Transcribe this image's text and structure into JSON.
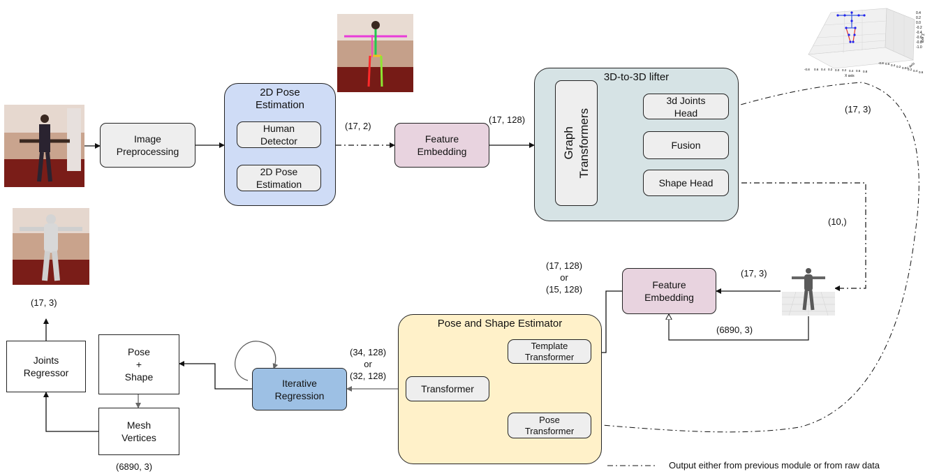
{
  "nodes": {
    "image_preprocessing": "Image\nPreprocessing",
    "pose_estimation_group": "2D Pose\nEstimation",
    "human_detector": "Human\nDetector",
    "pose_2d_estimation": "2D Pose\nEstimation",
    "feature_embedding_top": "Feature\nEmbedding",
    "lifter_group": "3D-to-3D lifter",
    "graph_transformers": "Graph\nTransformers",
    "joints_head": "3d Joints\nHead",
    "fusion": "Fusion",
    "shape_head": "Shape Head",
    "feature_embedding_bottom": "Feature\nEmbedding",
    "estimator_group": "Pose and Shape Estimator",
    "template_transformer": "Template\nTransformer",
    "transformer": "Transformer",
    "pose_transformer": "Pose\nTransformer",
    "iterative_regression": "Iterative\nRegression",
    "pose_shape": "Pose\n+\nShape",
    "mesh_vertices": "Mesh\nVertices",
    "joints_regressor": "Joints\nRegressor"
  },
  "edge_labels": {
    "pose2d_out": "(17, 2)",
    "embed_out": "(17, 128)",
    "joints3d_out": "(17, 3)",
    "shape_out": "(10,)",
    "template_joints": "(17, 3)",
    "template_mesh": "(6890, 3)",
    "embed_bottom_out": "(17, 128)\nor\n(15, 128)",
    "estimator_out": "(34, 128)\nor\n(32, 128)",
    "final_joints": "(17, 3)",
    "final_mesh": "(6890, 3)"
  },
  "plot": {
    "xlabel": "X axis",
    "ylabel": "Y axis",
    "zlabel": "Z axis",
    "x_ticks": [
      "-0.8",
      "0.6",
      "0.4",
      "0.2",
      "0.0",
      "0.2",
      "0.4",
      "0.6",
      "0.8"
    ],
    "y_ticks": [
      "-0.8",
      "0.6",
      "0.4",
      "0.2",
      "0.0",
      "0.2",
      "0.4",
      "0.6"
    ],
    "z_ticks": [
      "0.4",
      "0.2",
      "0.0",
      "-0.2",
      "-0.4",
      "-0.6",
      "-0.8",
      "-1.0"
    ]
  },
  "legend": {
    "dashdot_label": "Output either from previous module or from raw data"
  },
  "colors": {
    "pose_group": "#cfdcf6",
    "lifter_group": "#d6e3e5",
    "estimator_group": "#fff1c9",
    "embedding": "#e8d3df",
    "iterative": "#9dc0e4",
    "inner_box": "#eeeeee"
  }
}
